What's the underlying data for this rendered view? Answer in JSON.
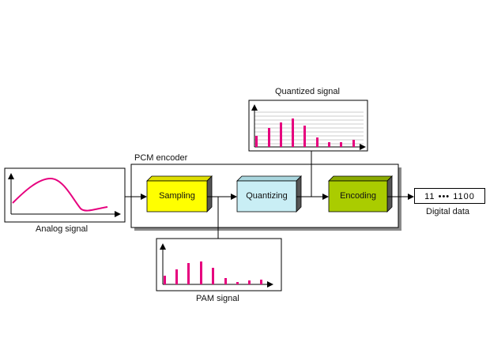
{
  "labels": {
    "quantized_signal": "Quantized signal",
    "pcm_encoder": "PCM encoder",
    "analog_signal": "Analog signal",
    "pam_signal": "PAM signal",
    "digital_data": "Digital data",
    "digital_value": "11 ••• 1100"
  },
  "blocks": {
    "sampling": "Sampling",
    "quantizing": "Quantizing",
    "encoding": "Encoding"
  },
  "colors": {
    "sampling": "#ffff00",
    "quantizing": "#c9eef5",
    "encoding": "#aacc00",
    "signal": "#e6007e",
    "encoder_shadow": "#888888",
    "block_side": "#555555"
  }
}
